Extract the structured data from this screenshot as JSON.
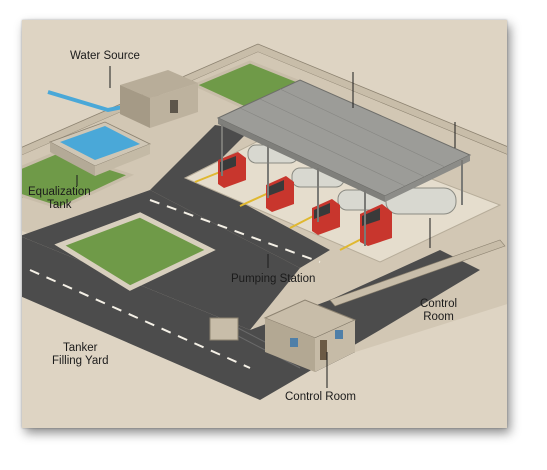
{
  "labels": {
    "water_source": "Water Source",
    "equalization_tank_line1": "Equalization",
    "equalization_tank_line2": "Tank",
    "pumping_station": "Pumping Station",
    "control_room_right_line1": "Control",
    "control_room_right_line2": "Room",
    "tanker_filling_yard_line1": "Tanker",
    "tanker_filling_yard_line2": "Filling Yard",
    "control_room_bottom": "Control Room"
  },
  "colors": {
    "ground": "#ded4c3",
    "road": "#4c4c4c",
    "grass": "#6f9a48",
    "water": "#4aa8d8",
    "truck_cab": "#c8362d",
    "tank": "#d8d8d0",
    "roof": "#9c9c98",
    "wall": "#c8bda9"
  }
}
